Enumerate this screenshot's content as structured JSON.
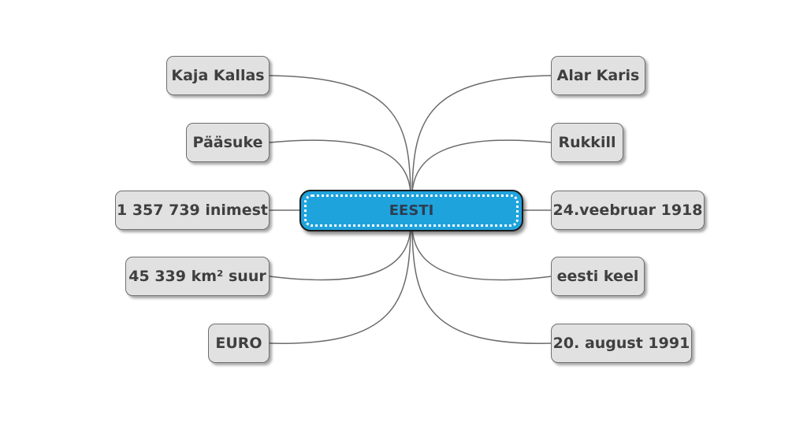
{
  "central": {
    "label": "EESTI"
  },
  "left": [
    {
      "label": "Kaja Kallas"
    },
    {
      "label": "Pääsuke"
    },
    {
      "label": "1 357 739 inimest"
    },
    {
      "label": "45 339 km² suur"
    },
    {
      "label": "EURO"
    }
  ],
  "right": [
    {
      "label": "Alar Karis"
    },
    {
      "label": "Rukkill"
    },
    {
      "label": "24.veebruar 1918"
    },
    {
      "label": "eesti keel"
    },
    {
      "label": "20. august 1991"
    }
  ],
  "colors": {
    "central_fill": "#1fa3dd",
    "node_fill": "#e1e1e1",
    "connector": "#6b6b6b"
  }
}
